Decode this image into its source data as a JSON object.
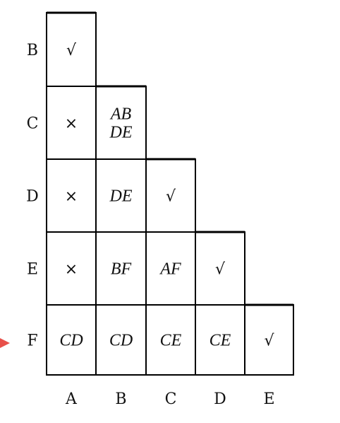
{
  "row_labels": [
    "B",
    "C",
    "D",
    "E",
    "F"
  ],
  "col_labels": [
    "A",
    "B",
    "C",
    "D",
    "E"
  ],
  "cells": [
    [
      {
        "type": "mark",
        "text": "√"
      }
    ],
    [
      {
        "type": "mark",
        "text": "×"
      },
      {
        "type": "text",
        "lines": [
          "AB",
          "DE"
        ]
      }
    ],
    [
      {
        "type": "mark",
        "text": "×"
      },
      {
        "type": "text",
        "lines": [
          "DE"
        ]
      },
      {
        "type": "mark",
        "text": "√"
      }
    ],
    [
      {
        "type": "mark",
        "text": "×"
      },
      {
        "type": "text",
        "lines": [
          "BF"
        ]
      },
      {
        "type": "text",
        "lines": [
          "AF"
        ]
      },
      {
        "type": "mark",
        "text": "√"
      }
    ],
    [
      {
        "type": "text",
        "lines": [
          "CD"
        ]
      },
      {
        "type": "text",
        "lines": [
          "CD"
        ]
      },
      {
        "type": "text",
        "lines": [
          "CE"
        ]
      },
      {
        "type": "text",
        "lines": [
          "CE"
        ]
      },
      {
        "type": "mark",
        "text": "√"
      }
    ]
  ],
  "colors": {
    "lines": "#000000",
    "text": "#111111",
    "pointer": "#e8504a"
  }
}
